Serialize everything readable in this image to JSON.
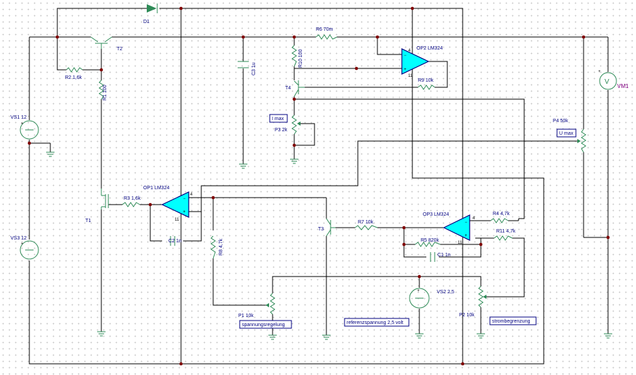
{
  "components": {
    "D1": "D1",
    "T2": "T2",
    "R2": "R2 1,6k",
    "R1": "R1 100",
    "R6": "R6 70m",
    "C3": "C3 1u",
    "R10": "R10 100",
    "OP2": "OP2 LM324",
    "R9": "R9 10k",
    "T4": "T4",
    "P3": "P3 2k",
    "VS1": "VS1 12",
    "VM1": "VM1",
    "VM1_symbol": "V",
    "P4": "P4 50k",
    "OP1": "OP1 LM324",
    "R3": "R3 1,6k",
    "T1": "T1",
    "C2": "C2 1n",
    "R8": "R8 4,7k",
    "T3": "T3",
    "R7": "R7 10k",
    "OP3": "OP3 LM324",
    "R4": "R4 4,7k",
    "R11": "R11 4,7k",
    "R5": "R5 820k",
    "C1": "C1 1n",
    "VS3": "VS3 12",
    "VS2": "VS2 2,5",
    "P1": "P1 10k",
    "P2": "P2 10k"
  },
  "labels": {
    "imax": "I max",
    "umax": "U max",
    "spannungsregelung": "spannungsregelung",
    "referenzspannung": "referenzspannung 2,5 volt",
    "strombegrenzung": "strombegrenzung"
  },
  "pin_symbols": {
    "plus": "+",
    "minus": "−",
    "four": "4",
    "eleven": "11"
  },
  "colors": {
    "wire": "#000000",
    "component": "#2e8b57",
    "opamp_fill": "#00ffff",
    "label": "#000080",
    "meter_label": "#800080",
    "junction": "#800000"
  }
}
